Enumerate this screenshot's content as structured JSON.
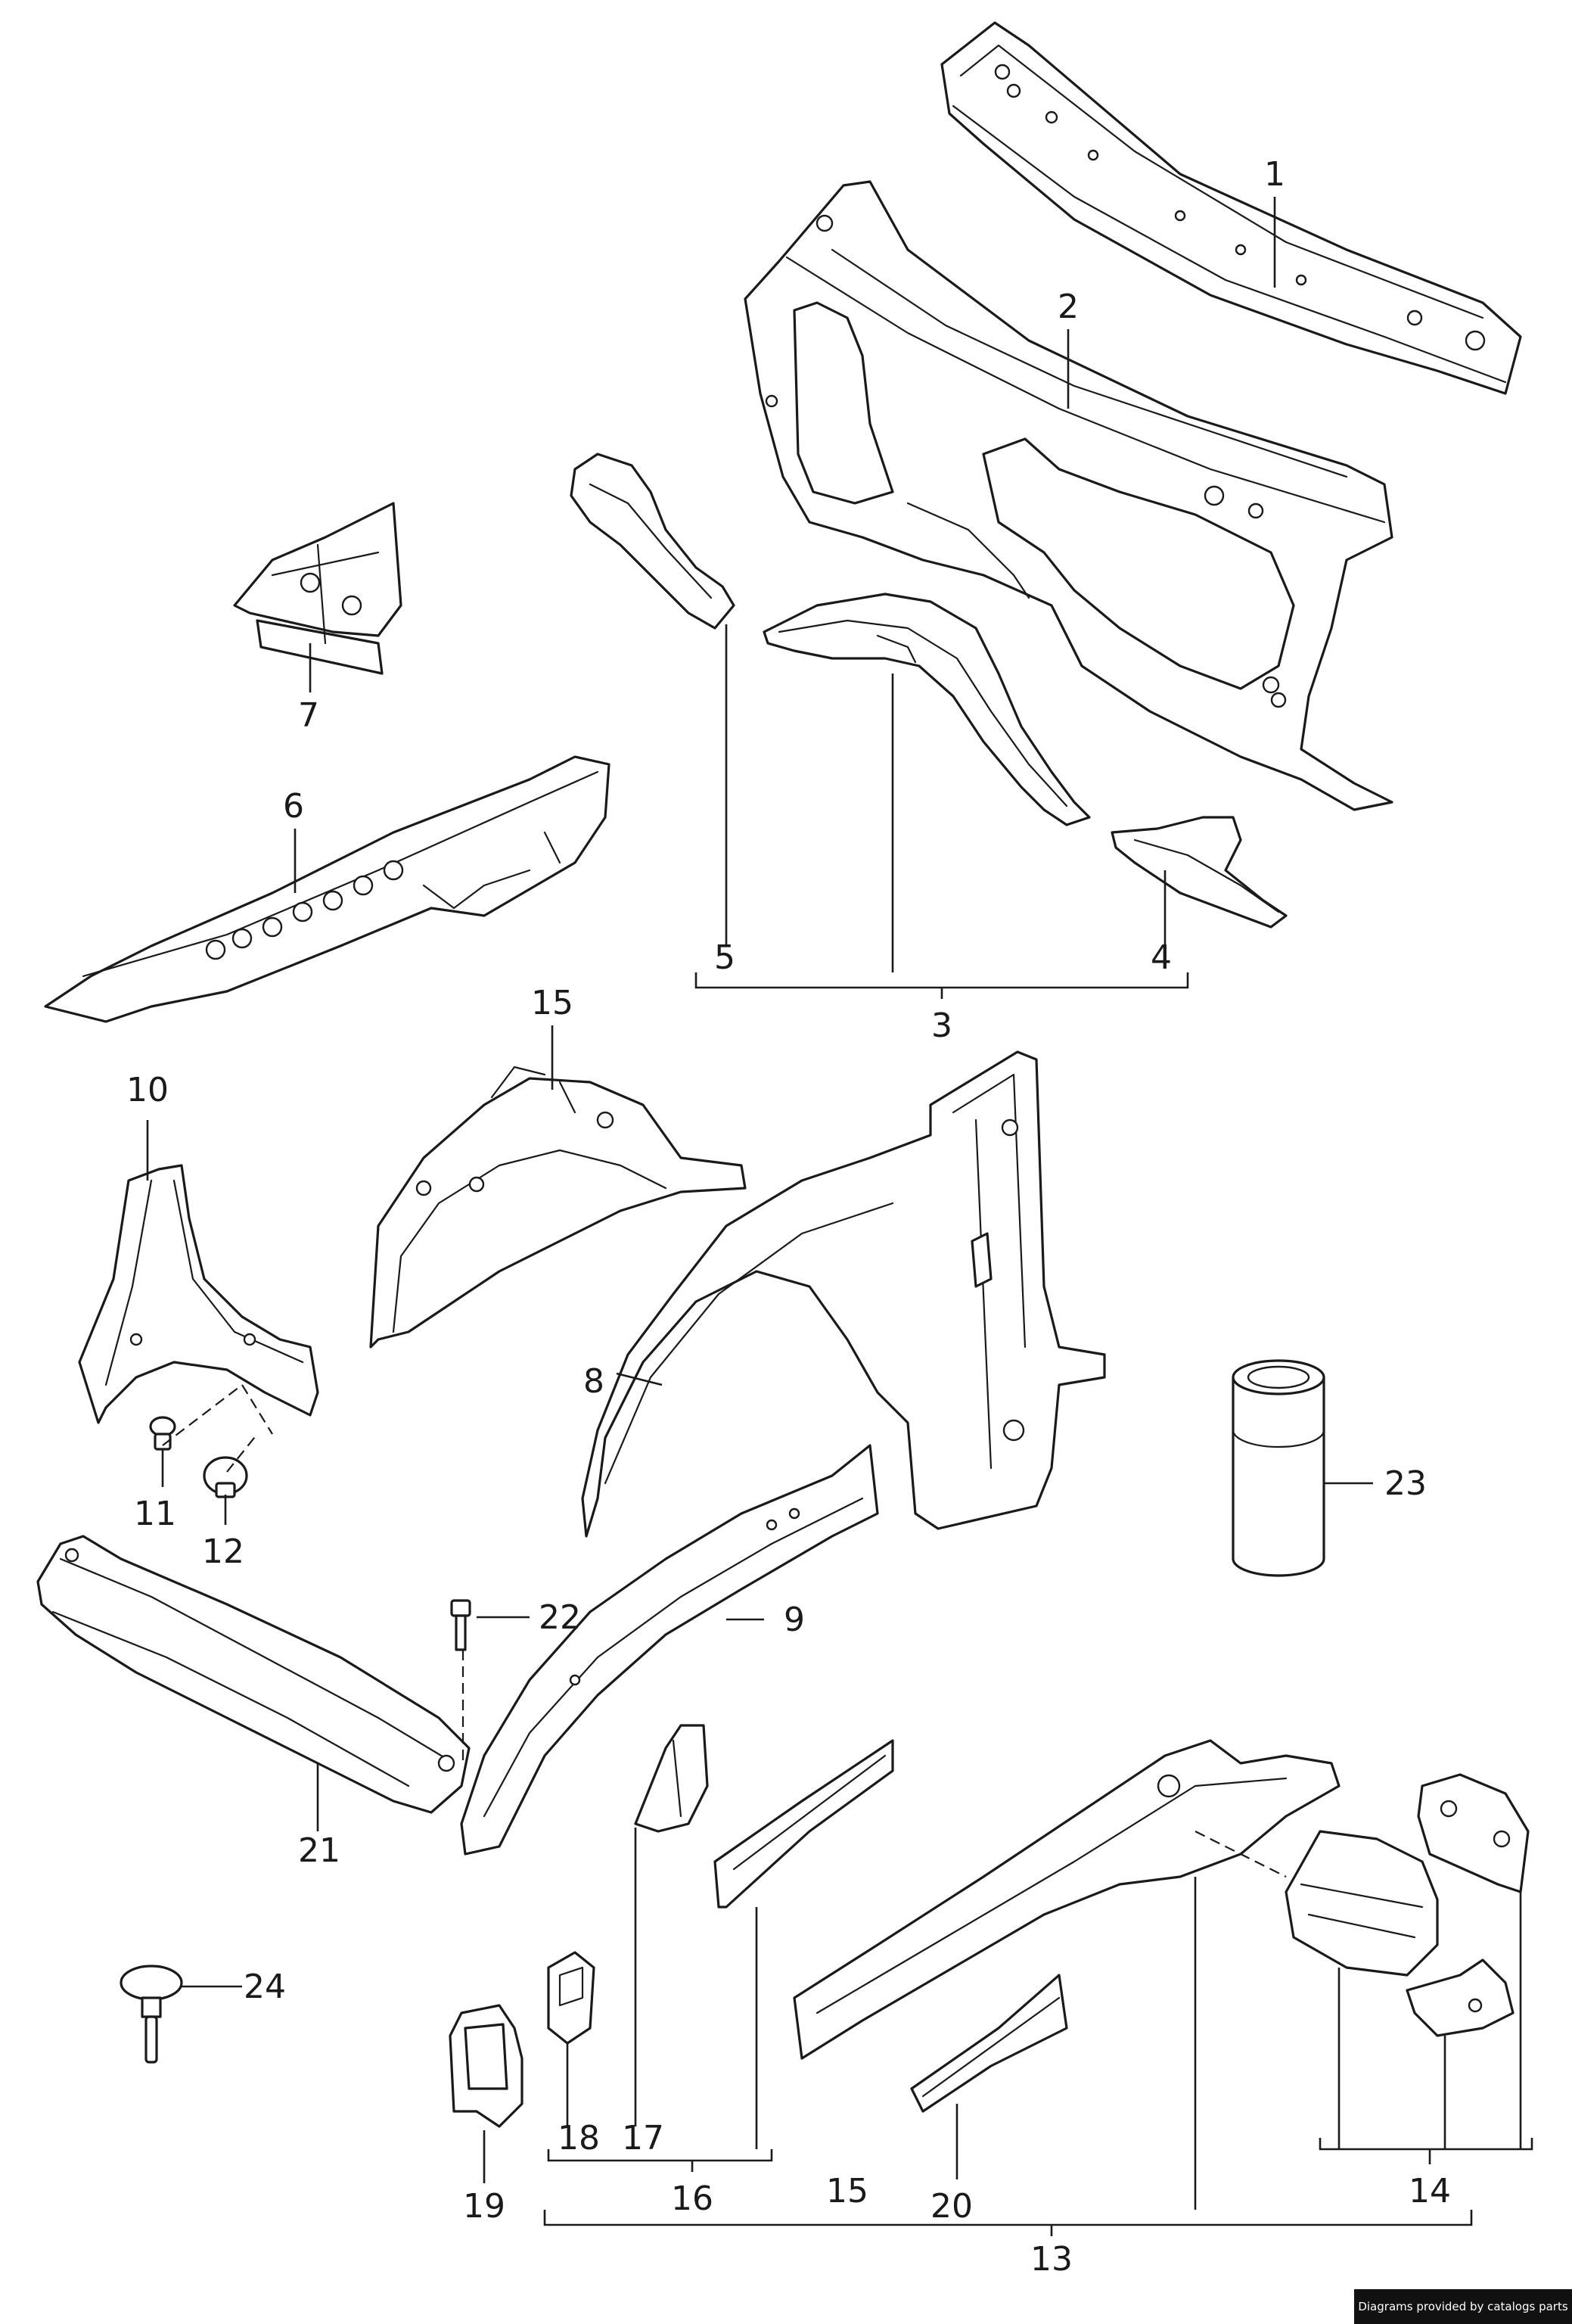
{
  "callouts": {
    "c1": "1",
    "c2": "2",
    "c3": "3",
    "c4": "4",
    "c5": "5",
    "c6": "6",
    "c7": "7",
    "c8": "8",
    "c9": "9",
    "c10": "10",
    "c11": "11",
    "c12": "12",
    "c13": "13",
    "c14": "14",
    "c15a": "15",
    "c15b": "15",
    "c16": "16",
    "c17": "17",
    "c18": "18",
    "c19": "19",
    "c20": "20",
    "c21": "21",
    "c22": "22",
    "c23": "23",
    "c24": "24"
  },
  "footer": {
    "credit": "Diagrams provided by catalogs parts"
  },
  "colors": {
    "line": "#1a1a1a",
    "background": "#ffffff",
    "footer_bg": "#111111"
  }
}
